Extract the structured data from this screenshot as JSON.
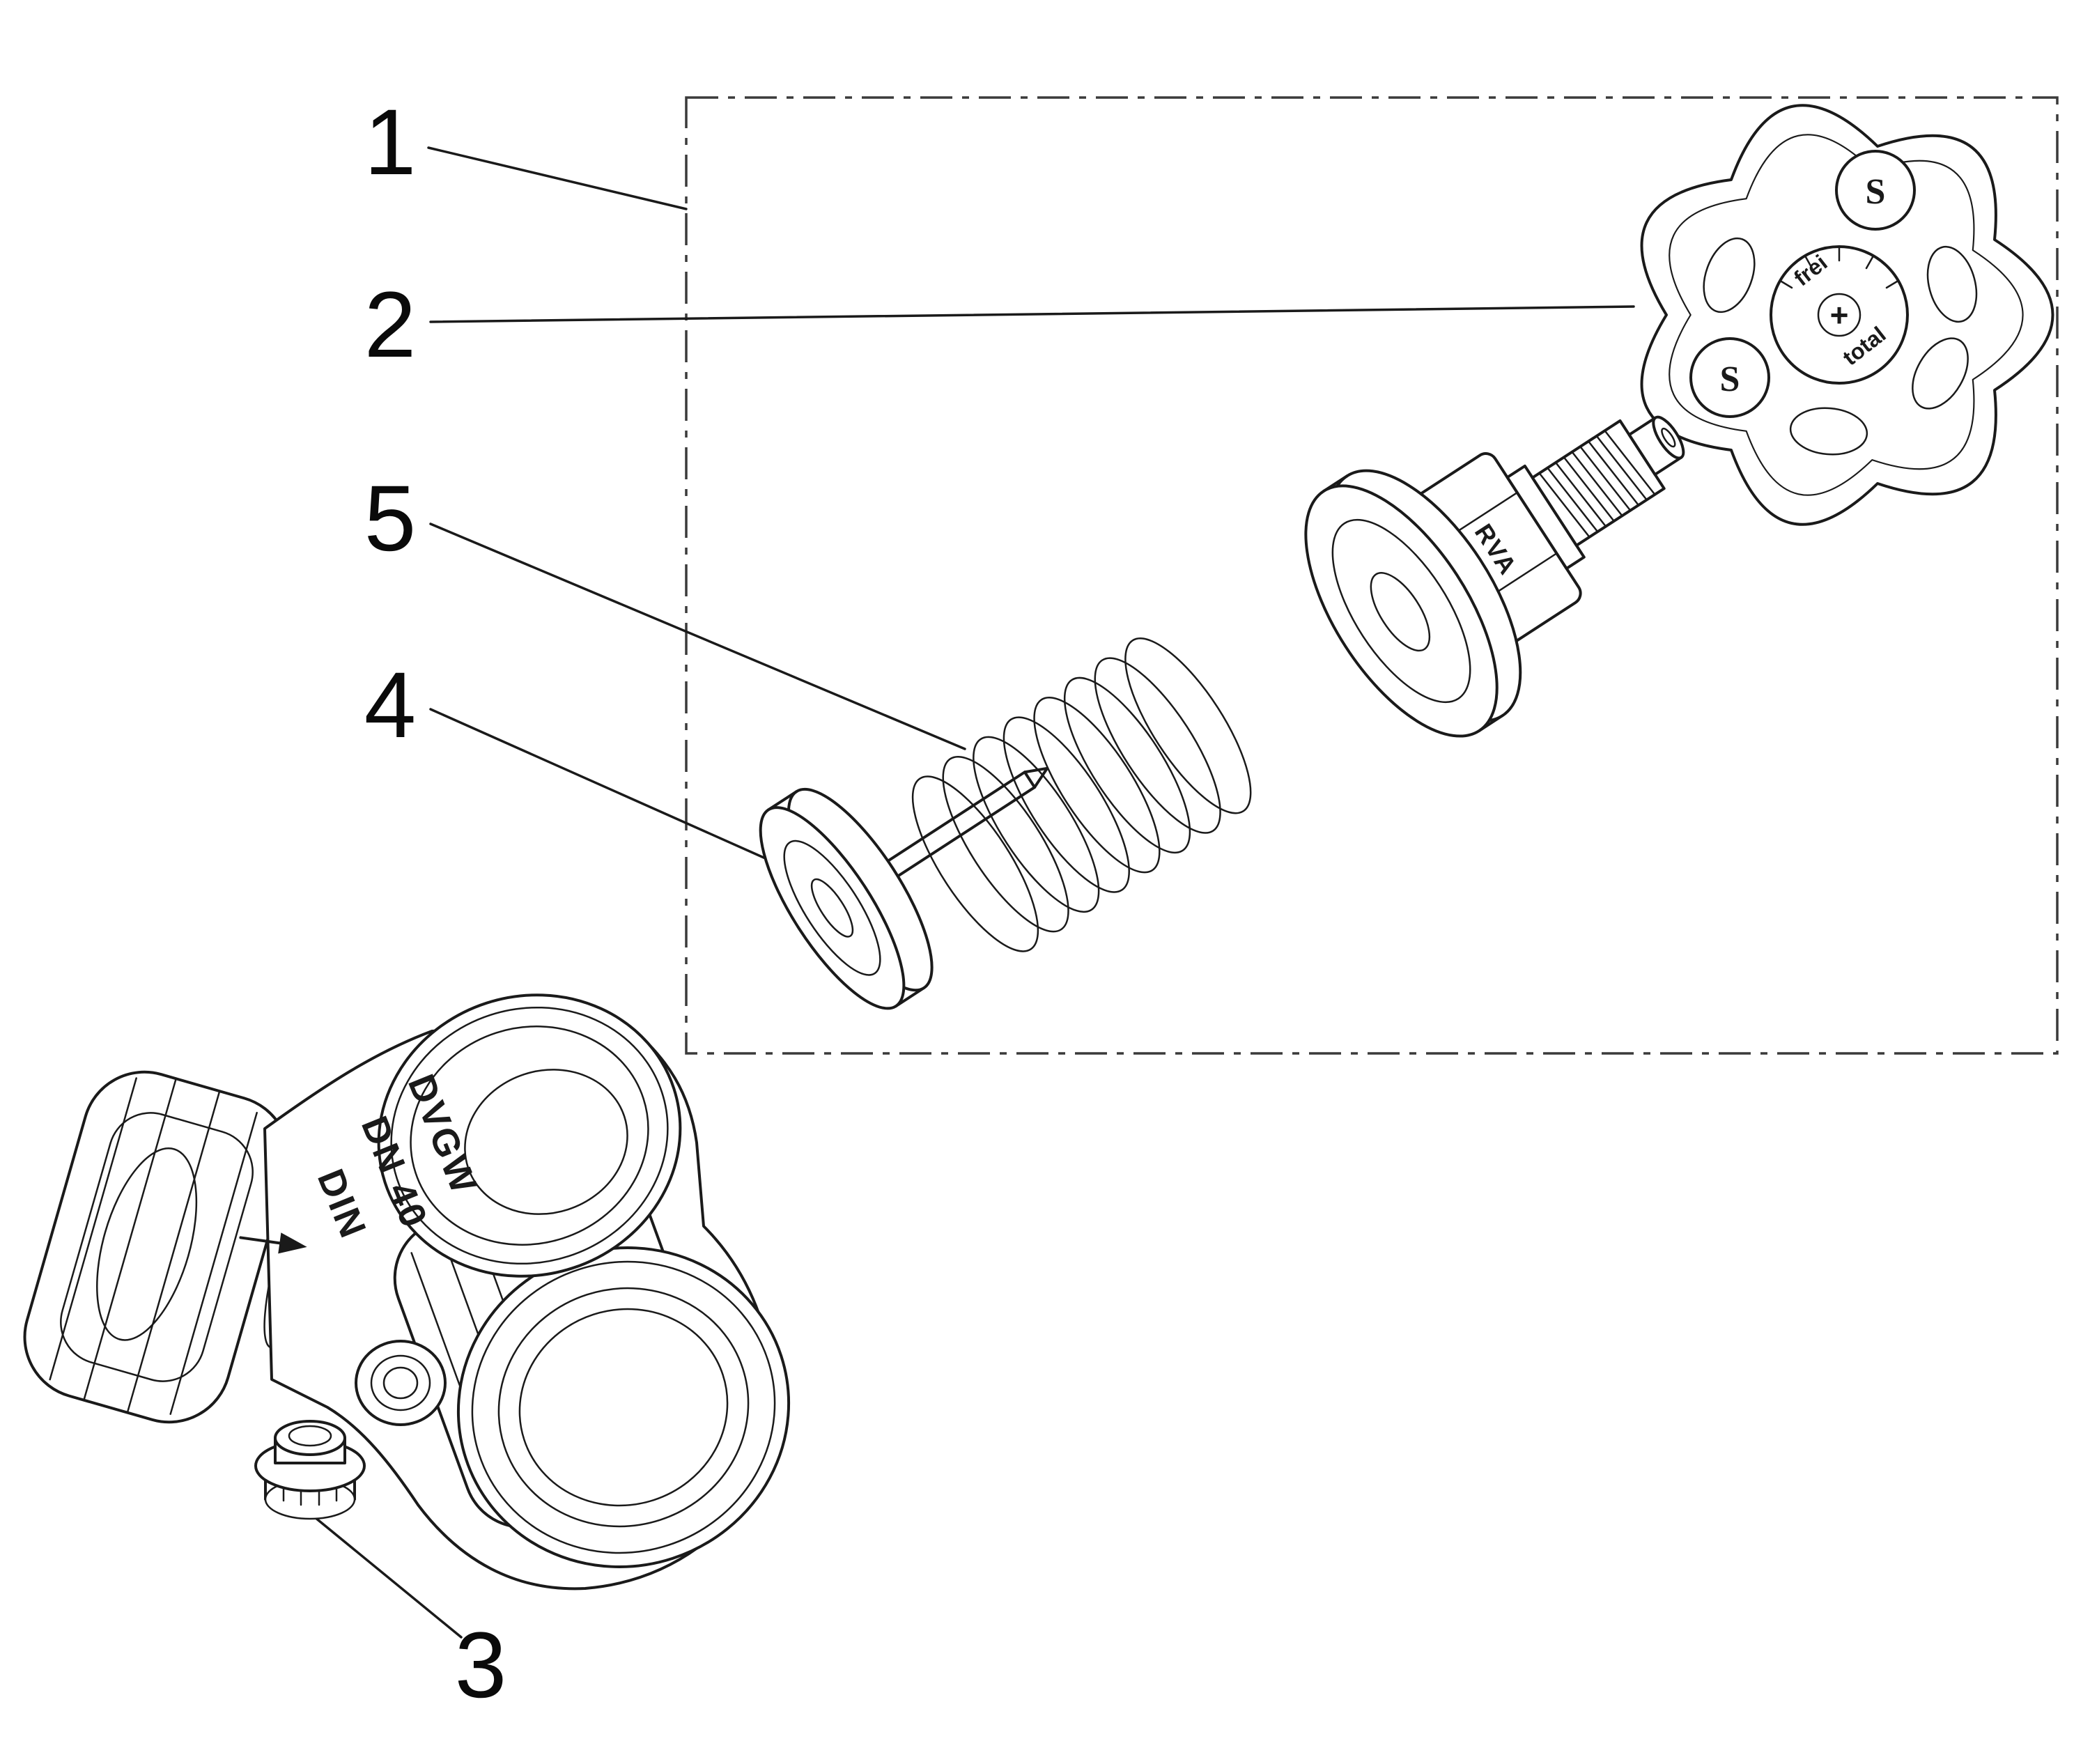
{
  "figure": {
    "kind": "exploded-view-technical-drawing",
    "background_color": "#ffffff",
    "line_color": "#1a1a1a",
    "callouts": [
      {
        "number": "1",
        "points_to": "upper-assembly-boundary-box"
      },
      {
        "number": "2",
        "points_to": "handwheel"
      },
      {
        "number": "5",
        "points_to": "spring"
      },
      {
        "number": "4",
        "points_to": "valve-disc"
      },
      {
        "number": "3",
        "points_to": "drain-plug"
      }
    ],
    "markings": {
      "body_casting": [
        "DVGW",
        "DN 40",
        "DIN"
      ],
      "handwheel_hub": [
        "frei",
        "total",
        "+"
      ],
      "bonnet_hex": "RVA",
      "brand_glyph": "S"
    }
  }
}
